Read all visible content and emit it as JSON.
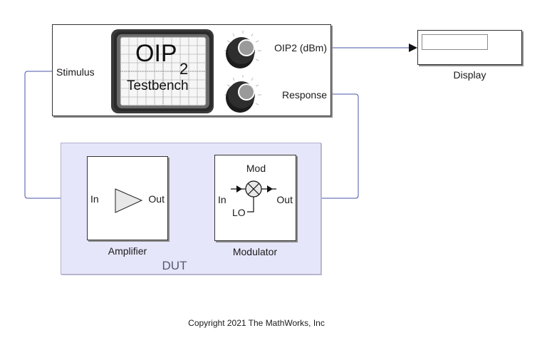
{
  "testbench": {
    "screen_title": "OIP",
    "screen_subscript": "2",
    "screen_subtitle": "Testbench",
    "ports": {
      "input": "Stimulus",
      "output_1": "OIP2 (dBm)",
      "output_2": "Response"
    }
  },
  "display": {
    "label": "Display",
    "value": ""
  },
  "dut": {
    "label": "DUT",
    "amplifier": {
      "label": "Amplifier",
      "in_port": "In",
      "out_port": "Out"
    },
    "modulator": {
      "label": "Modulator",
      "title": "Mod",
      "in_port": "In",
      "out_port": "Out",
      "lo_port": "LO"
    }
  },
  "footer": {
    "copyright": "Copyright 2021 The MathWorks, Inc"
  },
  "colors": {
    "signal_line": "#4a56a8",
    "dut_background": "#e6e6fb",
    "block_border": "#333333"
  }
}
